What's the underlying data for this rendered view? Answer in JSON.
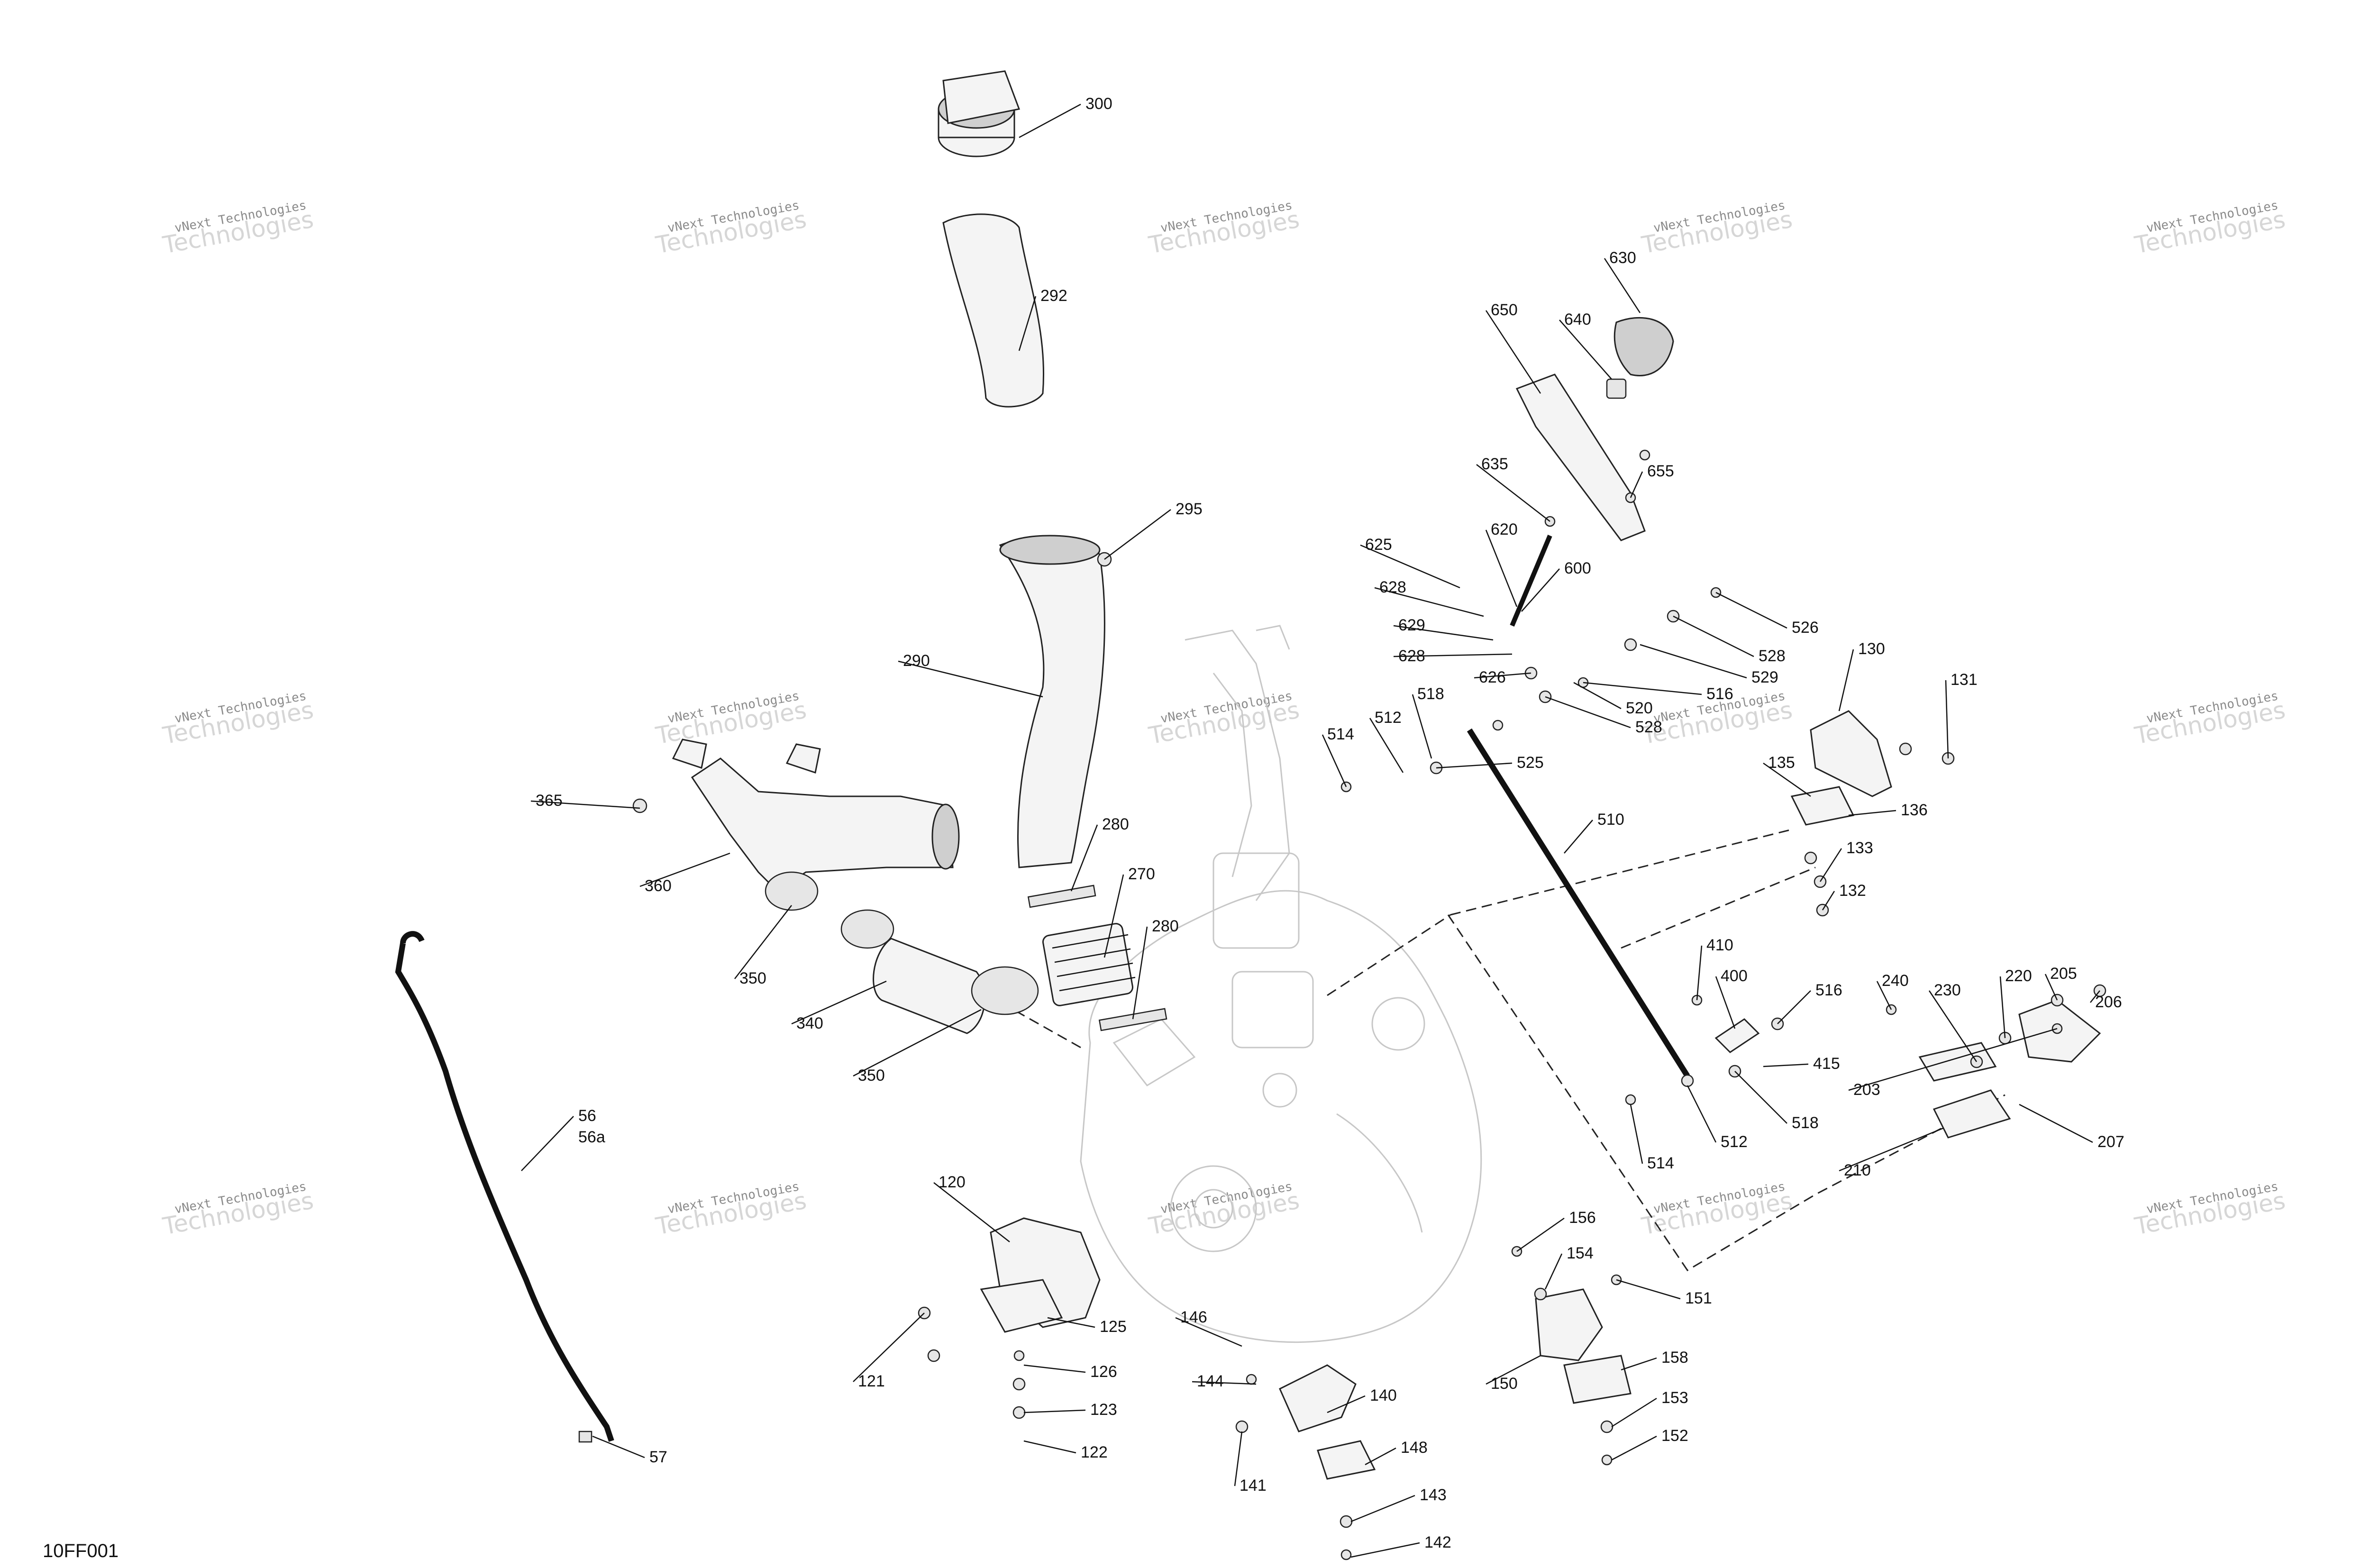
{
  "diagram_code": "10FF001",
  "watermark": {
    "line1": "vNext Technologies",
    "line2": "Technologies"
  },
  "callouts": [
    "300",
    "292",
    "295",
    "290",
    "280",
    "270",
    "280",
    "365",
    "360",
    "350",
    "340",
    "350",
    "56",
    "56a",
    "57",
    "120",
    "125",
    "121",
    "126",
    "123",
    "122",
    "146",
    "144",
    "140",
    "141",
    "148",
    "143",
    "142",
    "156",
    "154",
    "151",
    "150",
    "158",
    "153",
    "152",
    "630",
    "640",
    "650",
    "635",
    "655",
    "620",
    "625",
    "600",
    "628",
    "629",
    "628",
    "626",
    "526",
    "528",
    "529",
    "516",
    "520",
    "528",
    "525",
    "518",
    "512",
    "514",
    "510",
    "130",
    "131",
    "135",
    "136",
    "133",
    "132",
    "410",
    "400",
    "516",
    "415",
    "518",
    "512",
    "514",
    "240",
    "230",
    "220",
    "205",
    "206",
    "203",
    "207",
    "210"
  ]
}
